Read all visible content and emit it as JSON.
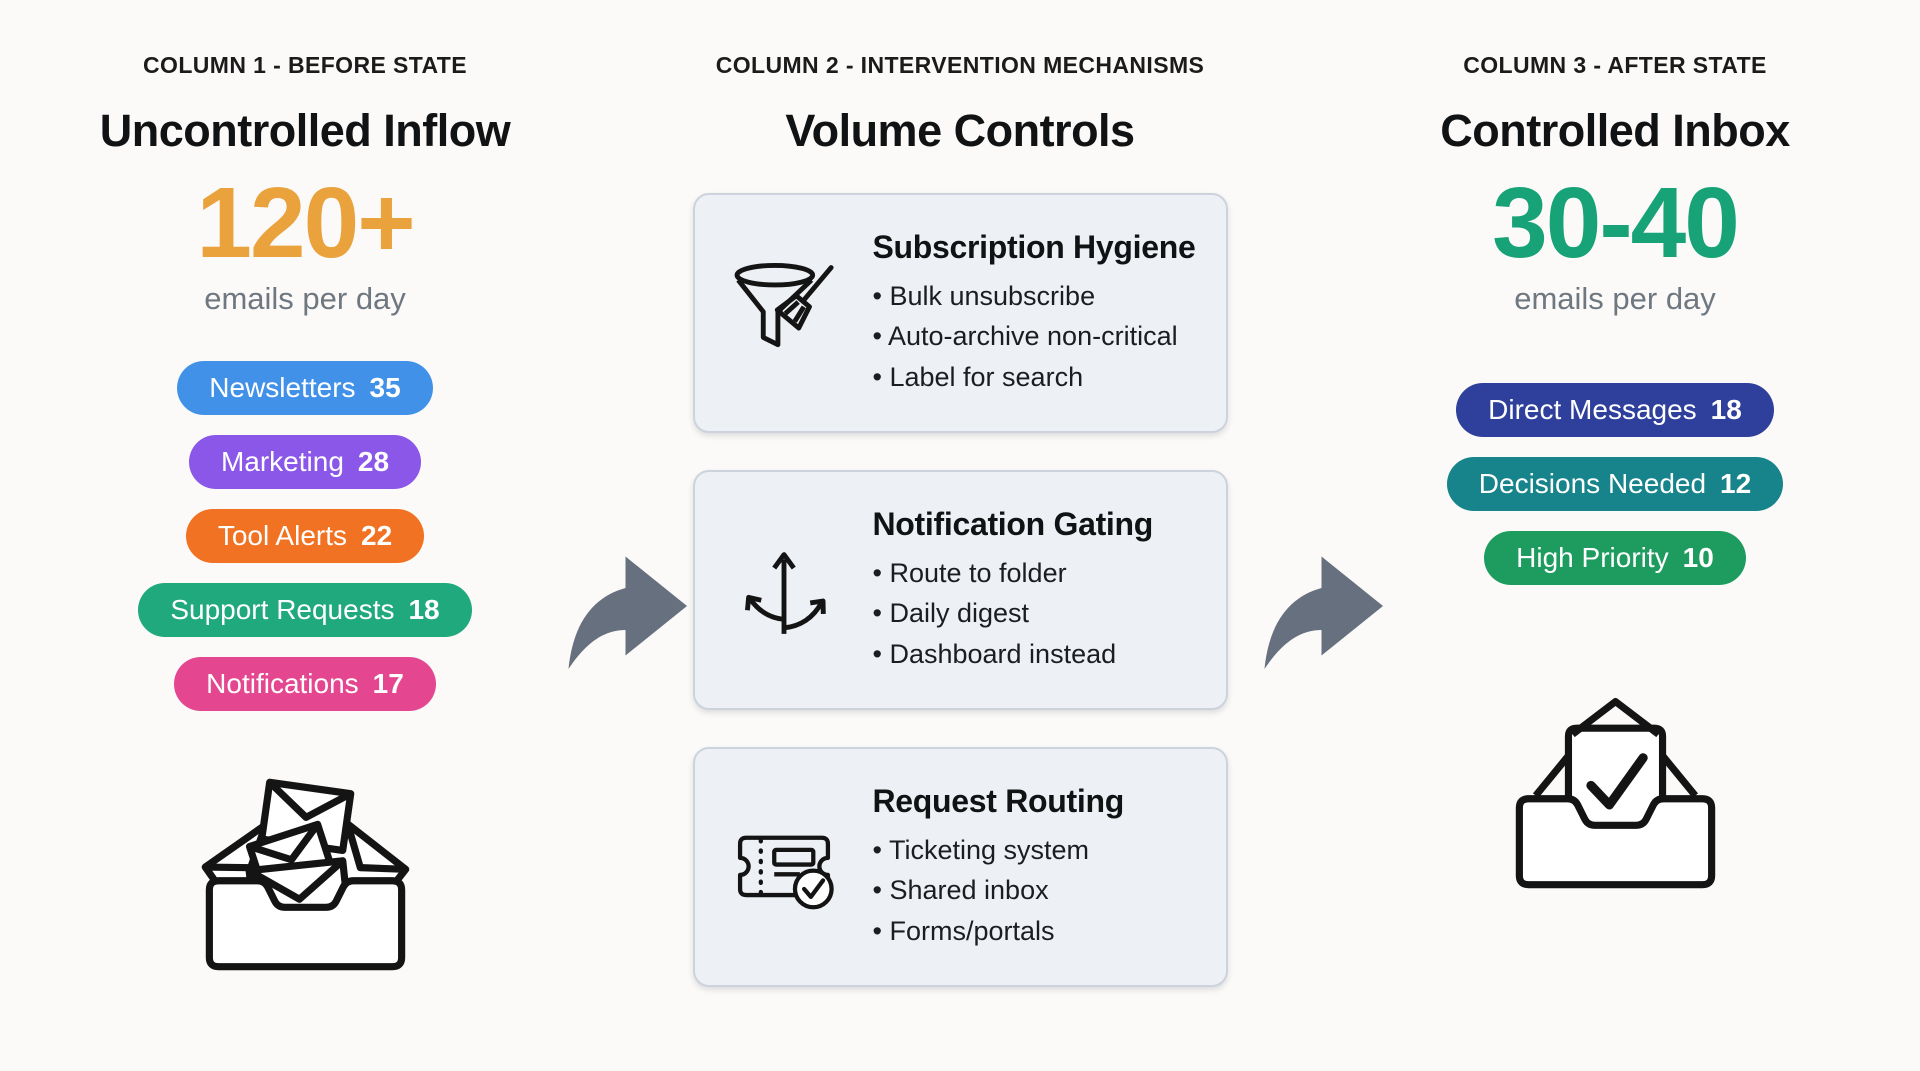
{
  "theme": {
    "background": "#FBFAF8",
    "card_bg": "#EDF0F4",
    "card_border": "#CCD3DC",
    "arrow": "#66707E",
    "text_muted": "#6F7780"
  },
  "arrows": {
    "color": "#66707E",
    "icon": "curved-right-arrow-icon"
  },
  "columns": [
    {
      "kicker": "COLUMN 1 - BEFORE STATE",
      "title": "Uncontrolled Inflow",
      "metric": {
        "value": "120+",
        "color": "#E9A23C",
        "caption": "emails per day"
      },
      "pills": [
        {
          "label": "Newsletters",
          "count": "35",
          "color": "#4191E8"
        },
        {
          "label": "Marketing",
          "count": "28",
          "color": "#8A57E8"
        },
        {
          "label": "Tool Alerts",
          "count": "22",
          "color": "#F07222"
        },
        {
          "label": "Support Requests",
          "count": "18",
          "color": "#1FA97C"
        },
        {
          "label": "Notifications",
          "count": "17",
          "color": "#E4478F"
        }
      ],
      "icon": "overflowing-inbox-icon"
    },
    {
      "kicker": "COLUMN 2 - INTERVENTION MECHANISMS",
      "title": "Volume Controls",
      "cards": [
        {
          "icon": "funnel-broom-icon",
          "title": "Subscription Hygiene",
          "bullets": [
            "Bulk unsubscribe",
            "Auto-archive non-critical",
            "Label for search"
          ]
        },
        {
          "icon": "branching-arrows-icon",
          "title": "Notification Gating",
          "bullets": [
            "Route to folder",
            "Daily digest",
            "Dashboard instead"
          ]
        },
        {
          "icon": "ticket-check-icon",
          "title": "Request Routing",
          "bullets": [
            "Ticketing system",
            "Shared inbox",
            "Forms/portals"
          ]
        }
      ]
    },
    {
      "kicker": "COLUMN 3 - AFTER STATE",
      "title": "Controlled Inbox",
      "metric": {
        "value": "30-40",
        "color": "#17A377",
        "caption": "emails per day"
      },
      "pills": [
        {
          "label": "Direct Messages",
          "count": "18",
          "color": "#2E3F9C"
        },
        {
          "label": "Decisions Needed",
          "count": "12",
          "color": "#17838A"
        },
        {
          "label": "High Priority",
          "count": "10",
          "color": "#1E9C5F"
        }
      ],
      "icon": "inbox-check-icon"
    }
  ]
}
